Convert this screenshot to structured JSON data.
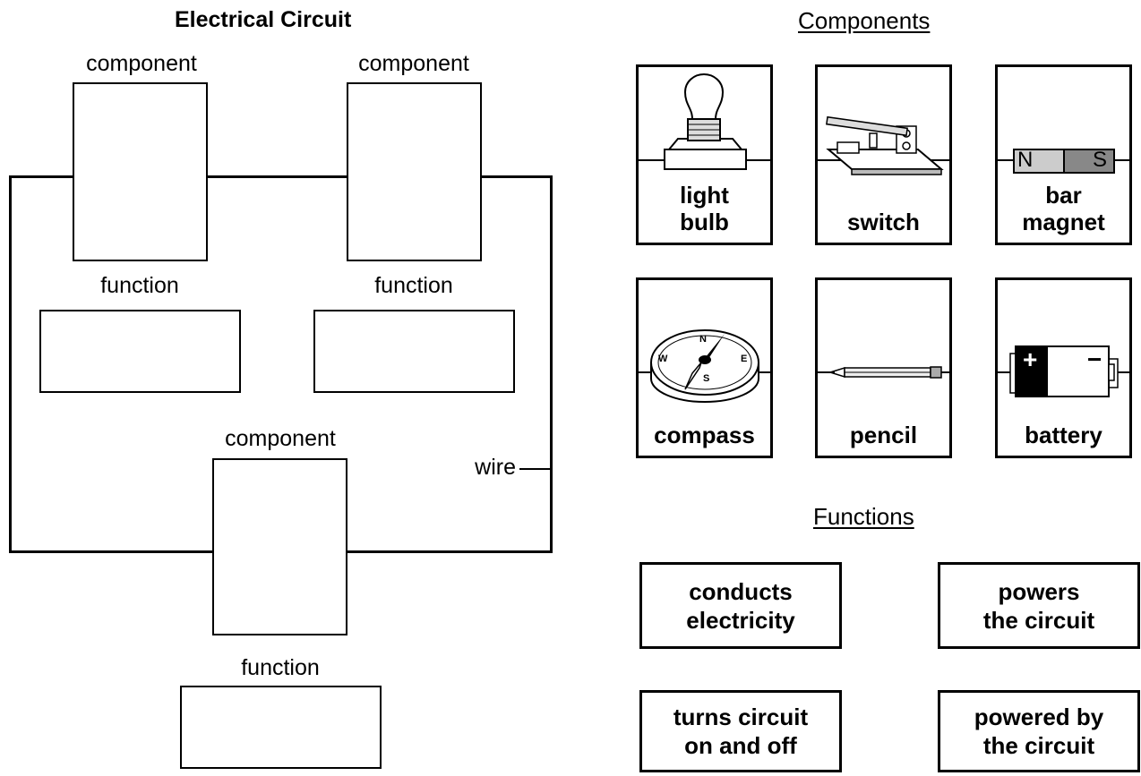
{
  "circuit": {
    "title": "Electrical Circuit",
    "component_label": "component",
    "function_label": "function",
    "wire_label": "wire"
  },
  "components": {
    "heading": "Components",
    "items": [
      {
        "label": "light\nbulb",
        "icon": "light-bulb-icon"
      },
      {
        "label": "switch",
        "icon": "switch-icon"
      },
      {
        "label": "bar\nmagnet",
        "icon": "bar-magnet-icon",
        "poles": [
          "N",
          "S"
        ]
      },
      {
        "label": "compass",
        "icon": "compass-icon",
        "directions": [
          "N",
          "E",
          "S",
          "W"
        ]
      },
      {
        "label": "pencil",
        "icon": "pencil-icon"
      },
      {
        "label": "battery",
        "icon": "battery-icon",
        "terminals": [
          "+",
          "−"
        ]
      }
    ]
  },
  "functions": {
    "heading": "Functions",
    "items": [
      "conducts\nelectricity",
      "powers\nthe circuit",
      "turns circuit\non and off",
      "powered by\nthe circuit"
    ]
  }
}
